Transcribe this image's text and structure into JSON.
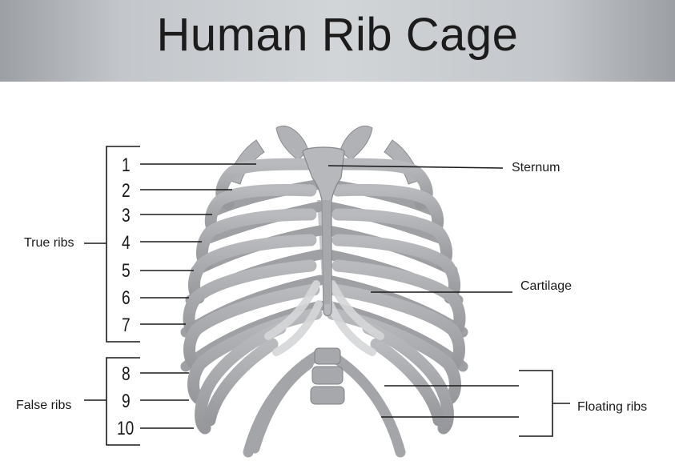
{
  "title": "Human Rib Cage",
  "rib_numbers": [
    "1",
    "2",
    "3",
    "4",
    "5",
    "6",
    "7",
    "8",
    "9",
    "10"
  ],
  "labels": {
    "true_ribs": "True ribs",
    "false_ribs": "False ribs",
    "sternum": "Sternum",
    "cartilage": "Cartilage",
    "floating_ribs": "Floating ribs"
  },
  "colors": {
    "bone": "#a9abae",
    "bone_dark": "#8c8e91",
    "cartilage": "#d5d7d9",
    "header_center": "#d2d5d8",
    "header_edge": "#9c9fa3",
    "line": "#1a1a1a"
  }
}
